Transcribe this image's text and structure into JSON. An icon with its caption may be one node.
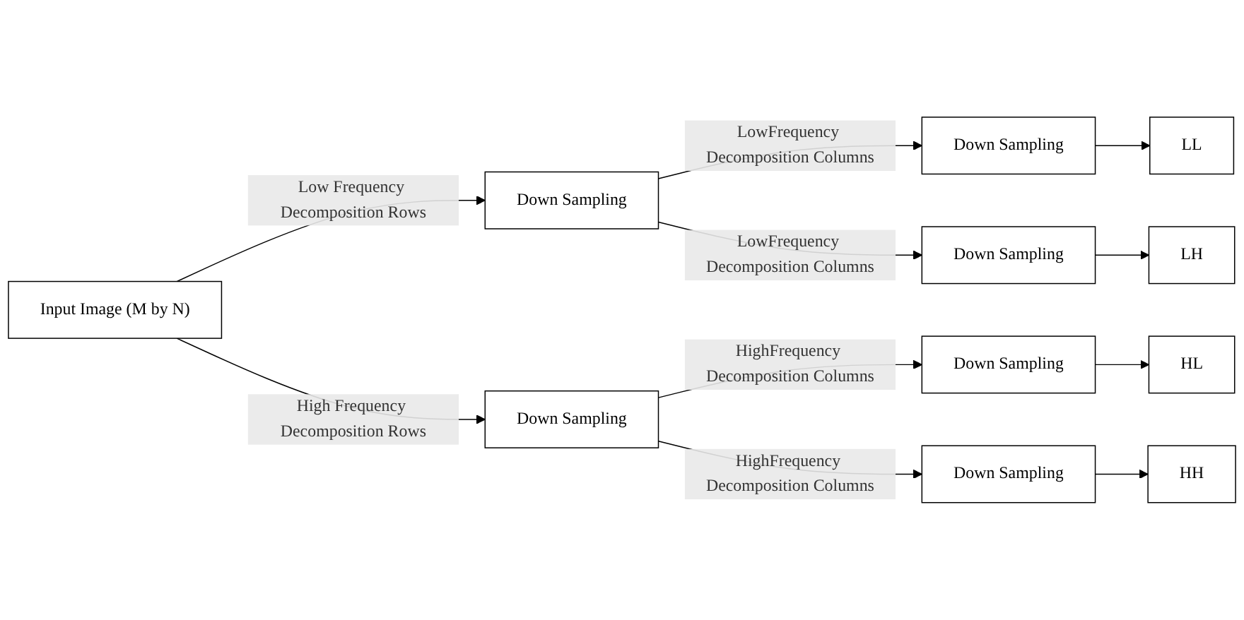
{
  "diagram": {
    "nodes": [
      {
        "text": [
          "Input Image (M by N)"
        ]
      },
      {
        "text": [
          "Down Sampling"
        ]
      },
      {
        "text": [
          "Down Sampling"
        ]
      },
      {
        "text": [
          "Down Sampling"
        ]
      },
      {
        "text": [
          "Down Sampling"
        ]
      },
      {
        "text": [
          "Down Sampling"
        ]
      },
      {
        "text": [
          "Down Sampling"
        ]
      },
      {
        "text": [
          "LL"
        ]
      },
      {
        "text": [
          "LH"
        ]
      },
      {
        "text": [
          "HL"
        ]
      },
      {
        "text": [
          "HH"
        ]
      }
    ],
    "edges": [
      {
        "from": 0,
        "to": 1,
        "arrow": "to",
        "label": "Low Frequency Decomposition Rows"
      },
      {
        "from": 0,
        "to": 2,
        "arrow": "to",
        "label": "High Frequency Decomposition Rows"
      },
      {
        "from": 1,
        "to": 3,
        "arrow": "to",
        "label": "LowFrequency Decomposition Columns"
      },
      {
        "from": 1,
        "to": 4,
        "arrow": "to",
        "label": "LowFrequency Decomposition Columns"
      },
      {
        "from": 2,
        "to": 5,
        "arrow": "to",
        "label": "HighFrequency Decomposition Columns"
      },
      {
        "from": 2,
        "to": 6,
        "arrow": "to",
        "label": "HighFrequency Decomposition Columns"
      },
      {
        "from": 3,
        "to": 7,
        "arrow": "to"
      },
      {
        "from": 4,
        "to": 8,
        "arrow": "to"
      },
      {
        "from": 5,
        "to": 9,
        "arrow": "to"
      },
      {
        "from": 6,
        "to": 10,
        "arrow": "to"
      }
    ]
  }
}
